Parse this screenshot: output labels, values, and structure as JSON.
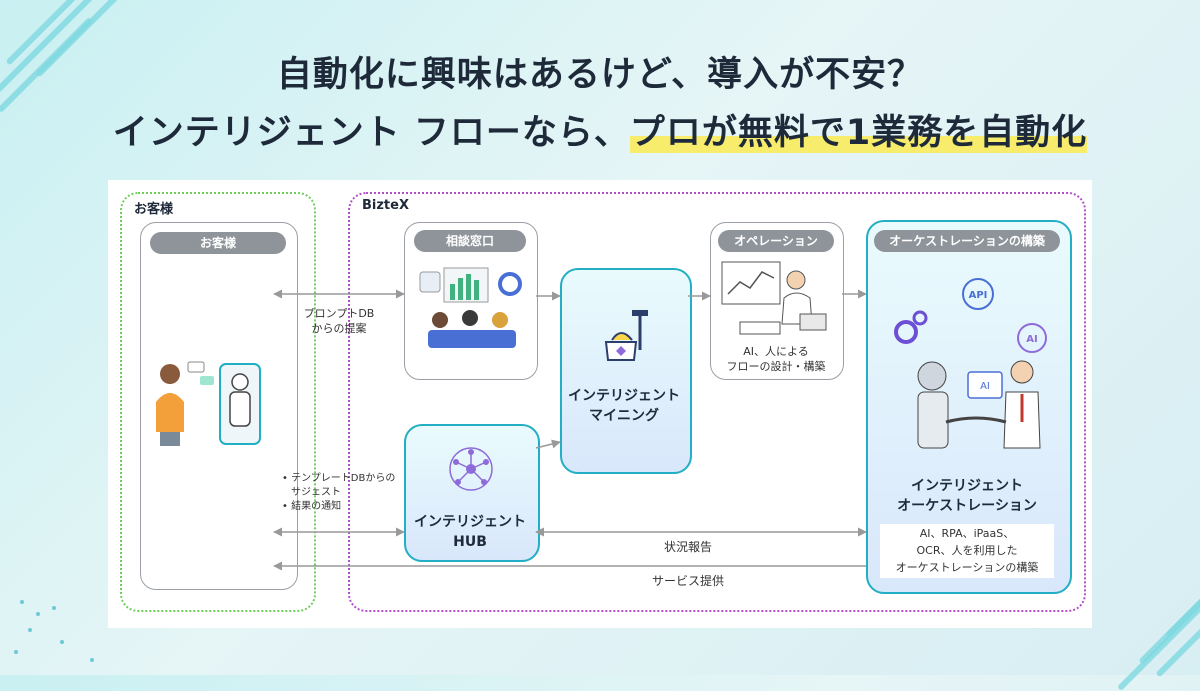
{
  "headline": {
    "line1": "自動化に興味はあるけど、導入が不安？",
    "line2_a": "インテリジェント フローなら、",
    "line2_b": "プロが無料で1業務を自動化"
  },
  "groups": {
    "customer": "お客様",
    "biztex": "BizteX"
  },
  "nodes": {
    "customer_box": "お客様",
    "consult": "相談窓口",
    "operation": "オペレーション",
    "operation_caption": [
      "AI、人による",
      "フローの設計・構築"
    ],
    "orchestration_build": "オーケストレーションの構築",
    "mining": [
      "インテリジェント",
      "マイニング"
    ],
    "hub": [
      "インテリジェント",
      "HUB"
    ],
    "orchestration": [
      "インテリジェント",
      "オーケストレーション"
    ],
    "orchestration_detail": [
      "AI、RPA、iPaaS、",
      "OCR、人を利用した",
      "オーケストレーションの構築"
    ]
  },
  "edges": {
    "prompt_db": [
      "プロンプトDB",
      "からの提案"
    ],
    "template_items": [
      "テンプレートDBからの",
      "サジェスト",
      "結果の通知"
    ],
    "status_report": "状況報告",
    "service": "サービス提供"
  },
  "icons": {
    "api_label": "API",
    "ai_label": "AI"
  },
  "colors": {
    "accent": "#22aec4",
    "highlight": "#f7ec6b",
    "customer_border": "#6fcf5a",
    "biztex_border": "#b04fc9",
    "pill": "#8e949a"
  }
}
